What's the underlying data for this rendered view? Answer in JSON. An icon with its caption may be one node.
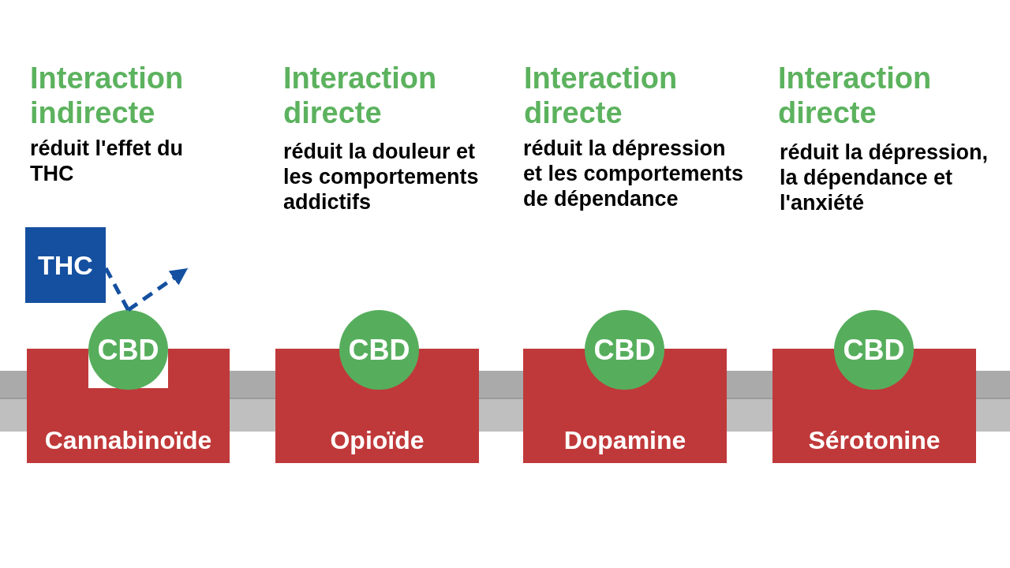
{
  "diagram": {
    "nodes": [
      {
        "text": [
          "THC"
        ]
      },
      {
        "text": [
          "CBD"
        ]
      },
      {
        "text": [
          "Cannabinoïde"
        ]
      },
      {
        "text": [
          "CBD"
        ]
      },
      {
        "text": [
          "Opioïde"
        ]
      },
      {
        "text": [
          "CBD"
        ]
      },
      {
        "text": [
          "Dopamine"
        ]
      },
      {
        "text": [
          "CBD"
        ]
      },
      {
        "text": [
          "Sérotonine"
        ]
      }
    ],
    "edges": [
      {
        "from": 0,
        "to": 1,
        "arrow": "none",
        "style": "dashed"
      },
      {
        "from": 1,
        "to": null,
        "arrow": "to",
        "style": "dashed"
      }
    ],
    "labels": [
      "Interaction indirecte",
      "réduit l'effet du THC",
      "Interaction directe",
      "réduit la douleur et les comportements addictifs",
      "Interaction directe",
      "réduit la dépression et les comportements de dépendance",
      "Interaction directe",
      "réduit la dépression, la dépendance et l'anxiété"
    ]
  }
}
